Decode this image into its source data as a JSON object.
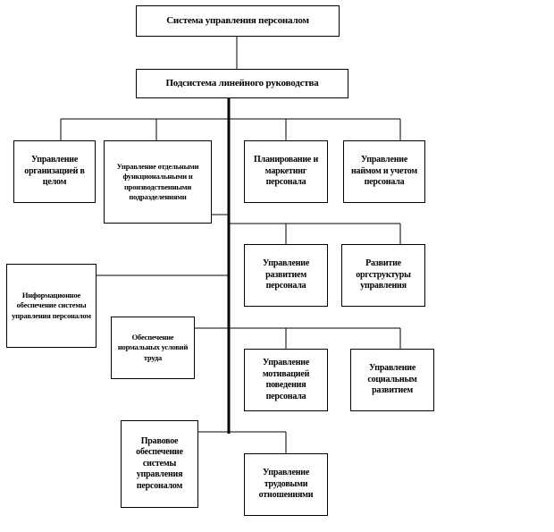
{
  "diagram": {
    "root": "Система управления персоналом",
    "subsystem": "Подсистема линейного руководства",
    "nodes": {
      "org_mgmt": "Управление организацией в целом",
      "func_mgmt": "Управление отдельными функциональными и производственными подразделениями",
      "planning": "Планирование и маркетинг персонала",
      "hiring": "Управление наймом и учетом персонала",
      "development": "Управление развитием персонала",
      "structure": "Развитие оргструктуры управления",
      "info": "Информационное обеспечение системы управления персоналом",
      "conditions": "Обеспечение нормальных условий труда",
      "motivation": "Управление мотивацией поведения персонала",
      "social": "Управление социальным развитием",
      "legal": "Правовое обеспечение системы управления персоналом",
      "labor": "Управление трудовыми отношениями"
    }
  }
}
